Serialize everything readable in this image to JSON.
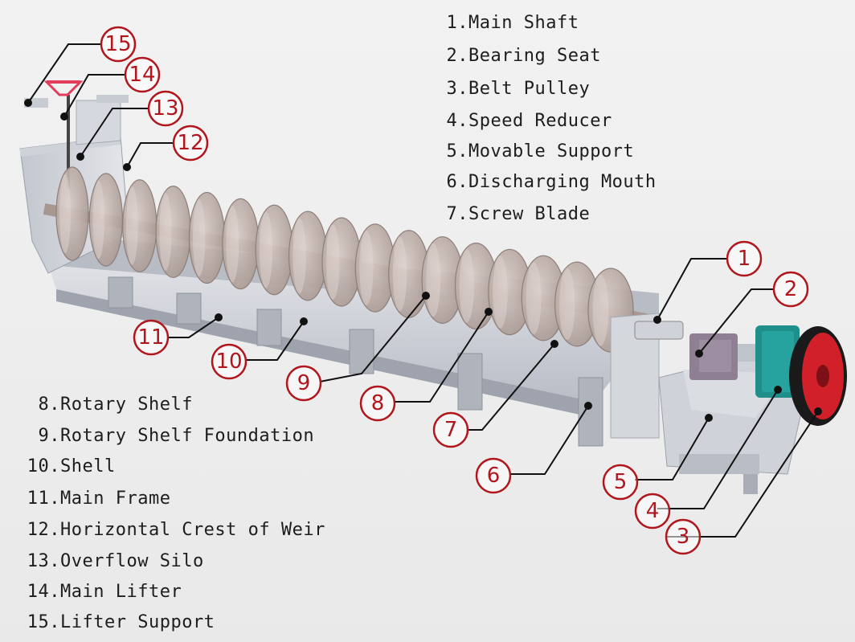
{
  "legend_right": [
    {
      "num": "1.",
      "label": "Main Shaft"
    },
    {
      "num": "2.",
      "label": "Bearing Seat"
    },
    {
      "num": "3.",
      "label": "Belt Pulley"
    },
    {
      "num": "4.",
      "label": "Speed Reducer"
    },
    {
      "num": "5.",
      "label": "Movable Support"
    },
    {
      "num": "6.",
      "label": "Discharging Mouth"
    },
    {
      "num": "7.",
      "label": "Screw Blade"
    }
  ],
  "legend_left": [
    {
      "num": "8.",
      "label": "Rotary Shelf"
    },
    {
      "num": "9.",
      "label": "Rotary Shelf Foundation"
    },
    {
      "num": "10.",
      "label": "Shell"
    },
    {
      "num": "11.",
      "label": "Main Frame"
    },
    {
      "num": "12.",
      "label": "Horizontal Crest of Weir"
    },
    {
      "num": "13.",
      "label": "Overflow Silo"
    },
    {
      "num": "14.",
      "label": "Main Lifter"
    },
    {
      "num": "15.",
      "label": "Lifter Support"
    }
  ],
  "callouts": [
    "1",
    "2",
    "3",
    "4",
    "5",
    "6",
    "7",
    "8",
    "9",
    "10",
    "11",
    "12",
    "13",
    "14",
    "15"
  ],
  "colors": {
    "callout_ring": "#b0161c",
    "blade": "#c9b8b2",
    "steel": "#c8ccd3",
    "reducer": "#1f8f8c",
    "pulley_red": "#d2202a"
  }
}
